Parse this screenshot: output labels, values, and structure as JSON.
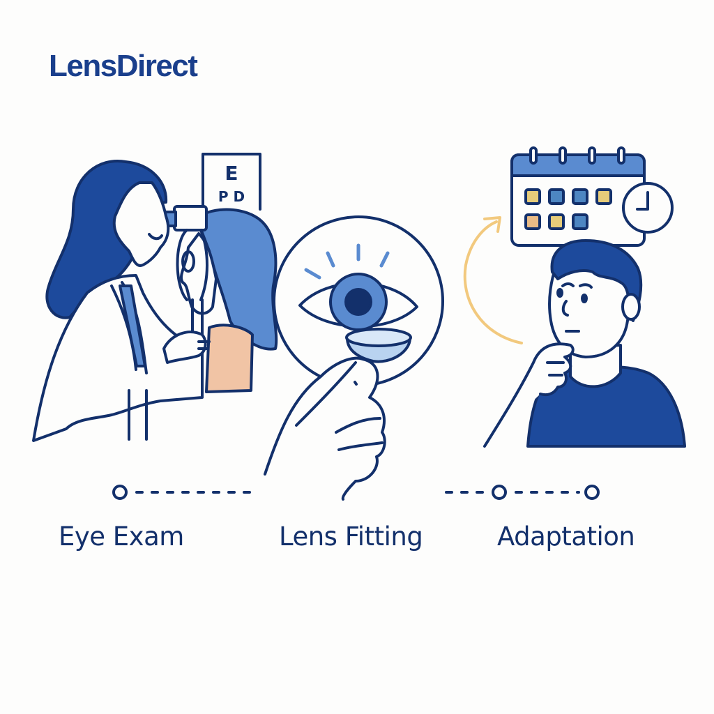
{
  "brand": {
    "name": "LensDirect",
    "color": "#1a3f8c"
  },
  "colors": {
    "outline": "#13306b",
    "dark_blue": "#1d4a9c",
    "mid_blue": "#5a8bd0",
    "light_blue": "#b9d3f0",
    "skin_peach": "#f1c4a5",
    "tile_yellow": "#e6cc7a",
    "tile_orange": "#e9bb86",
    "tile_blue": "#4d86c2",
    "arrow_yellow": "#f2c97e",
    "background": "#fdfdfc"
  },
  "eye_chart": {
    "letters_row1": "E",
    "letters_row2": "P D"
  },
  "steps": [
    {
      "label": "Eye Exam",
      "icon": "eye-exam-illustration"
    },
    {
      "label": "Lens Fitting",
      "icon": "contact-lens-illustration"
    },
    {
      "label": "Adaptation",
      "icon": "adaptation-illustration"
    }
  ]
}
